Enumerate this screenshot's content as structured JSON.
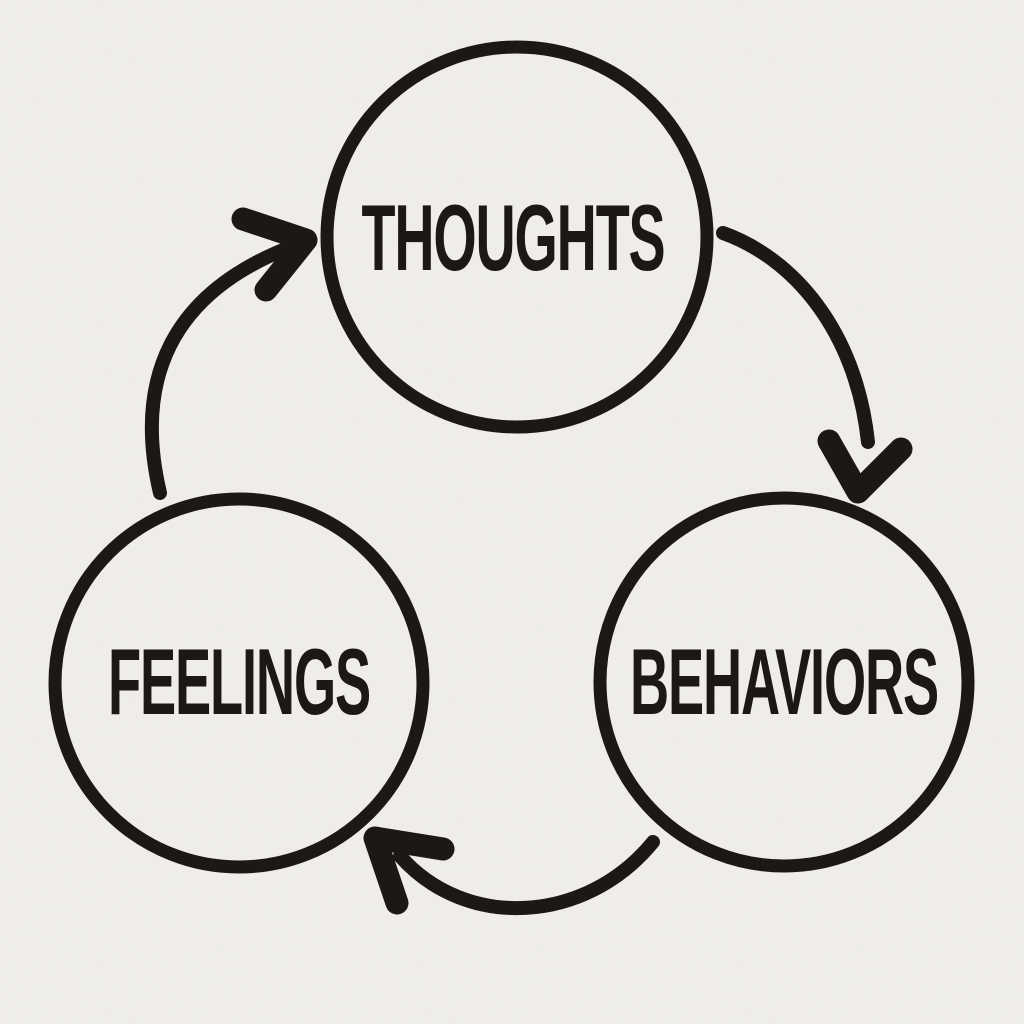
{
  "diagram": {
    "type": "cycle",
    "nodes": [
      {
        "id": "thoughts",
        "label": "THOUGHTS"
      },
      {
        "id": "feelings",
        "label": "FEELINGS"
      },
      {
        "id": "behaviors",
        "label": "BEHAVIORS"
      }
    ],
    "edges": [
      {
        "from": "thoughts",
        "to": "behaviors"
      },
      {
        "from": "behaviors",
        "to": "feelings"
      },
      {
        "from": "feelings",
        "to": "thoughts"
      }
    ],
    "colors": {
      "ink": "#1c1914",
      "paper": "#f2f0ec"
    }
  }
}
